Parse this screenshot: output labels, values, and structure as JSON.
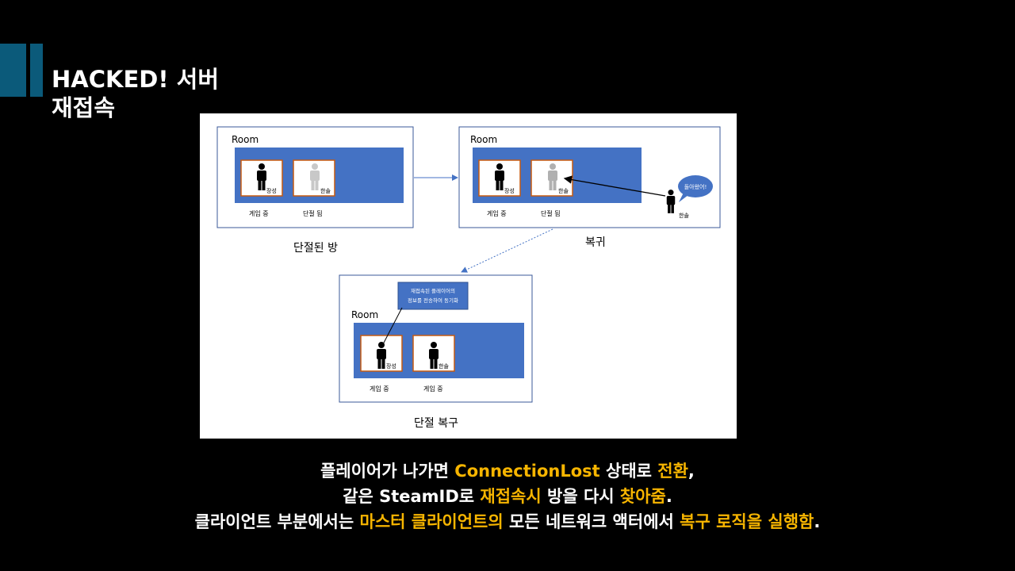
{
  "slide": {
    "title_line1": "HACKED! 서버",
    "title_line2": "재접속",
    "colors": {
      "background": "#000000",
      "accent_bar": "#0b5a7a",
      "highlight": "#f7b500",
      "room_fill": "#4472c4",
      "card_border": "#c55a11"
    }
  },
  "diagram": {
    "panels": [
      {
        "room_label": "Room",
        "caption": "단절된 방",
        "players": [
          {
            "name": "장성",
            "status": "게임 중"
          },
          {
            "name": "한솔",
            "status": "단절 됨"
          }
        ]
      },
      {
        "room_label": "Room",
        "caption": "복귀",
        "players": [
          {
            "name": "장성",
            "status": "게임 중"
          },
          {
            "name": "한솔",
            "status": "단절 됨"
          }
        ],
        "returning_player": "한솔",
        "speech_bubble": "돌아왔어!"
      },
      {
        "room_label": "Room",
        "caption": "단절 복구",
        "note": [
          "재접속된 플레이어의",
          "정보를 전송하여 동기화"
        ],
        "players": [
          {
            "name": "장성",
            "status": "게임 중"
          },
          {
            "name": "한솔",
            "status": "게임 중"
          }
        ]
      }
    ]
  },
  "caption": {
    "line1": [
      {
        "text": "플레이어가 나가면 "
      },
      {
        "text": "ConnectionLost",
        "hl": true
      },
      {
        "text": " 상태로 "
      },
      {
        "text": "전환",
        "hl": true
      },
      {
        "text": ","
      }
    ],
    "line2": [
      {
        "text": "같은 SteamID로 "
      },
      {
        "text": "재접속시",
        "hl": true
      },
      {
        "text": " 방을 다시 "
      },
      {
        "text": "찾아줌",
        "hl": true
      },
      {
        "text": "."
      }
    ],
    "line3": [
      {
        "text": "클라이언트 부분에서는 "
      },
      {
        "text": "마스터 클라이언트의",
        "hl": true
      },
      {
        "text": " 모든 네트워크 액터에서 "
      },
      {
        "text": "복구 로직을 실행함",
        "hl": true
      },
      {
        "text": "."
      }
    ]
  }
}
